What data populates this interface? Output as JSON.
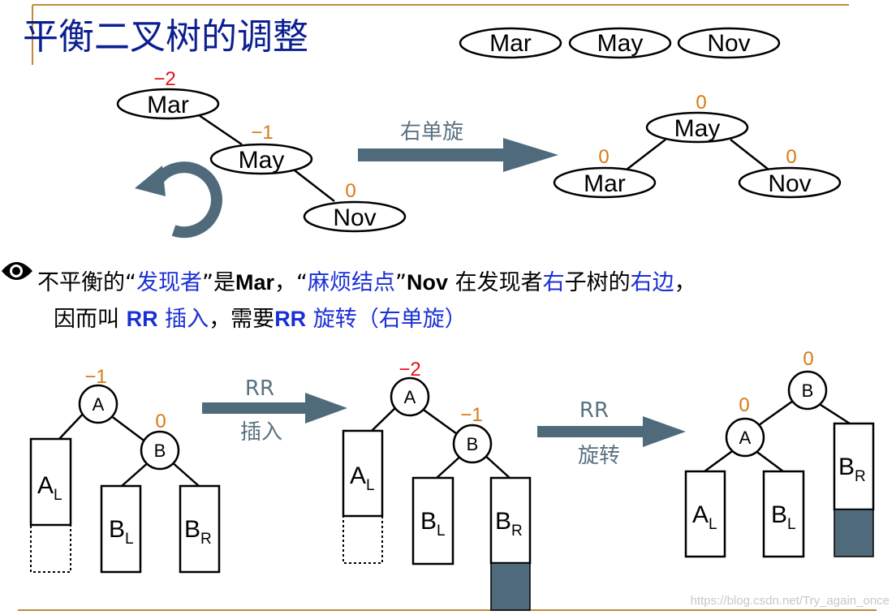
{
  "title": "平衡二叉树的调整",
  "colors": {
    "title": "#0b1f8f",
    "frame": "#c08a3e",
    "bf_red": "#e3101a",
    "bf_orange": "#d67a14",
    "arrow": "#4f6b7b",
    "highlight": "#1a2fd6",
    "watermark": "#c7c7c7"
  },
  "sequence": [
    "Mar",
    "May",
    "Nov"
  ],
  "top_example": {
    "before": {
      "nodes": [
        {
          "label": "Mar",
          "bf": "−2"
        },
        {
          "label": "May",
          "bf": "−1"
        },
        {
          "label": "Nov",
          "bf": "0"
        }
      ]
    },
    "rotation_icon": "counterclockwise-rotation-icon",
    "arrow_label": "右单旋",
    "after": {
      "nodes": [
        {
          "label": "May",
          "bf": "0"
        },
        {
          "label": "Mar",
          "bf": "0"
        },
        {
          "label": "Nov",
          "bf": "0"
        }
      ]
    }
  },
  "description": {
    "line1": [
      {
        "text": "不平衡的“",
        "style": "normal"
      },
      {
        "text": "发现者",
        "style": "blue"
      },
      {
        "text": "”是",
        "style": "normal"
      },
      {
        "text": "Mar",
        "style": "bold"
      },
      {
        "text": "，“",
        "style": "normal"
      },
      {
        "text": "麻烦结点",
        "style": "blue"
      },
      {
        "text": "”",
        "style": "normal"
      },
      {
        "text": "Nov",
        "style": "bold"
      },
      {
        "text": " 在发现者",
        "style": "normal"
      },
      {
        "text": "右",
        "style": "blue"
      },
      {
        "text": "子树的",
        "style": "normal"
      },
      {
        "text": "右边",
        "style": "blue"
      },
      {
        "text": "，",
        "style": "normal"
      }
    ],
    "line2": [
      {
        "text": "因而叫 ",
        "style": "normal"
      },
      {
        "text": "RR",
        "style": "bold-blue"
      },
      {
        "text": " 插入",
        "style": "blue"
      },
      {
        "text": "，需要",
        "style": "normal"
      },
      {
        "text": "RR",
        "style": "bold-blue"
      },
      {
        "text": " 旋转",
        "style": "blue"
      },
      {
        "text": "（右单旋）",
        "style": "blue"
      }
    ]
  },
  "bottom_example": {
    "stage1": {
      "node_a": {
        "label": "A",
        "bf": "−1"
      },
      "node_b": {
        "label": "B",
        "bf": "0"
      },
      "subtrees": [
        {
          "main": "A",
          "sub": "L"
        },
        {
          "main": "B",
          "sub": "L"
        },
        {
          "main": "B",
          "sub": "R"
        }
      ]
    },
    "arrow1": {
      "line1": "RR",
      "line2": "插入"
    },
    "stage2": {
      "node_a": {
        "label": "A",
        "bf": "−2"
      },
      "node_b": {
        "label": "B",
        "bf": "−1"
      },
      "subtrees": [
        {
          "main": "A",
          "sub": "L"
        },
        {
          "main": "B",
          "sub": "L"
        },
        {
          "main": "B",
          "sub": "R"
        }
      ]
    },
    "arrow2": {
      "line1": "RR",
      "line2": "旋转"
    },
    "stage3": {
      "node_b": {
        "label": "B",
        "bf": "0"
      },
      "node_a": {
        "label": "A",
        "bf": "0"
      },
      "subtrees": [
        {
          "main": "A",
          "sub": "L"
        },
        {
          "main": "B",
          "sub": "L"
        },
        {
          "main": "B",
          "sub": "R"
        }
      ]
    }
  },
  "watermark": "https://blog.csdn.net/Try_again_once"
}
